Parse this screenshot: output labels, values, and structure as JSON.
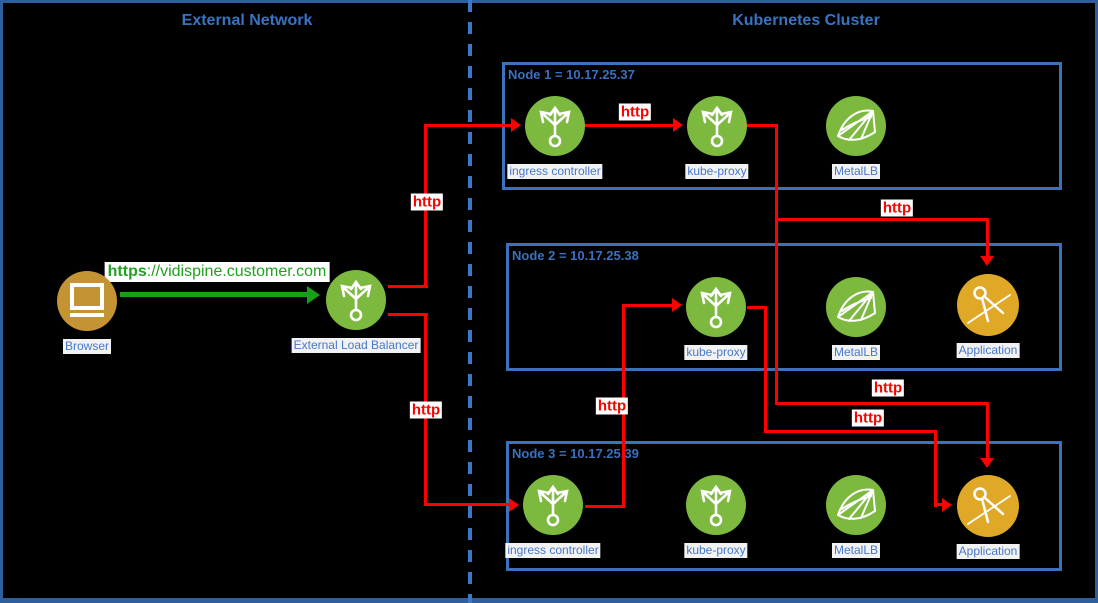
{
  "titles": {
    "left_section": "External Network",
    "right_section": "Kubernetes Cluster"
  },
  "external": {
    "browser": {
      "label": "Browser",
      "icon": "monitor-icon"
    },
    "load_balancer": {
      "label": "External Load Balancer",
      "icon": "branch-arrows-icon"
    }
  },
  "url": {
    "scheme": "https",
    "rest": "://vidispine.customer.com",
    "full": "https://vidispine.customer.com"
  },
  "nodes": [
    {
      "title": "Node 1 = 10.17.25.37",
      "items": [
        {
          "label": "ingress controller",
          "icon": "branch-arrows-icon"
        },
        {
          "label": "kube-proxy",
          "icon": "branch-arrows-icon"
        },
        {
          "label": "MetalLB",
          "icon": "metallb-web-icon"
        }
      ]
    },
    {
      "title": "Node 2 = 10.17.25.38",
      "items": [
        {
          "label": "kube-proxy",
          "icon": "branch-arrows-icon"
        },
        {
          "label": "MetalLB",
          "icon": "metallb-web-icon"
        },
        {
          "label": "Application",
          "icon": "drafting-compass-icon"
        }
      ]
    },
    {
      "title": "Node 3 = 10.17.25.39",
      "items": [
        {
          "label": "ingress controller",
          "icon": "branch-arrows-icon"
        },
        {
          "label": "kube-proxy",
          "icon": "branch-arrows-icon"
        },
        {
          "label": "MetalLB",
          "icon": "metallb-web-icon"
        },
        {
          "label": "Application",
          "icon": "drafting-compass-icon"
        }
      ]
    }
  ],
  "edges": [
    {
      "from": "browser",
      "to": "external-load-balancer",
      "label": "https://vidispine.customer.com",
      "protocol": "https"
    },
    {
      "from": "external-load-balancer",
      "to": "node1-ingress-controller",
      "label": "http"
    },
    {
      "from": "external-load-balancer",
      "to": "node3-ingress-controller",
      "label": "http"
    },
    {
      "from": "node1-ingress-controller",
      "to": "node1-kube-proxy",
      "label": "http"
    },
    {
      "from": "node1-kube-proxy",
      "to": "node2-application",
      "label": "http"
    },
    {
      "from": "node1-kube-proxy",
      "to": "node3-application",
      "label": "http"
    },
    {
      "from": "node3-ingress-controller",
      "to": "node2-kube-proxy",
      "label": "http"
    },
    {
      "from": "node2-kube-proxy",
      "to": "node3-application",
      "label": "http"
    }
  ],
  "colors": {
    "background": "#000000",
    "outer_border": "#2e5f9c",
    "node_border": "#3a72bc",
    "divider": "#3c78c8",
    "title_text": "#3a72c4",
    "icon_label_text": "#4678c8",
    "green_circle": "#7cb93e",
    "amber_circle": "#dfa827",
    "browser_circle": "#c49434",
    "edge_red": "#ff0000",
    "edge_green": "#18a018",
    "url_text_green": "#22a022"
  }
}
